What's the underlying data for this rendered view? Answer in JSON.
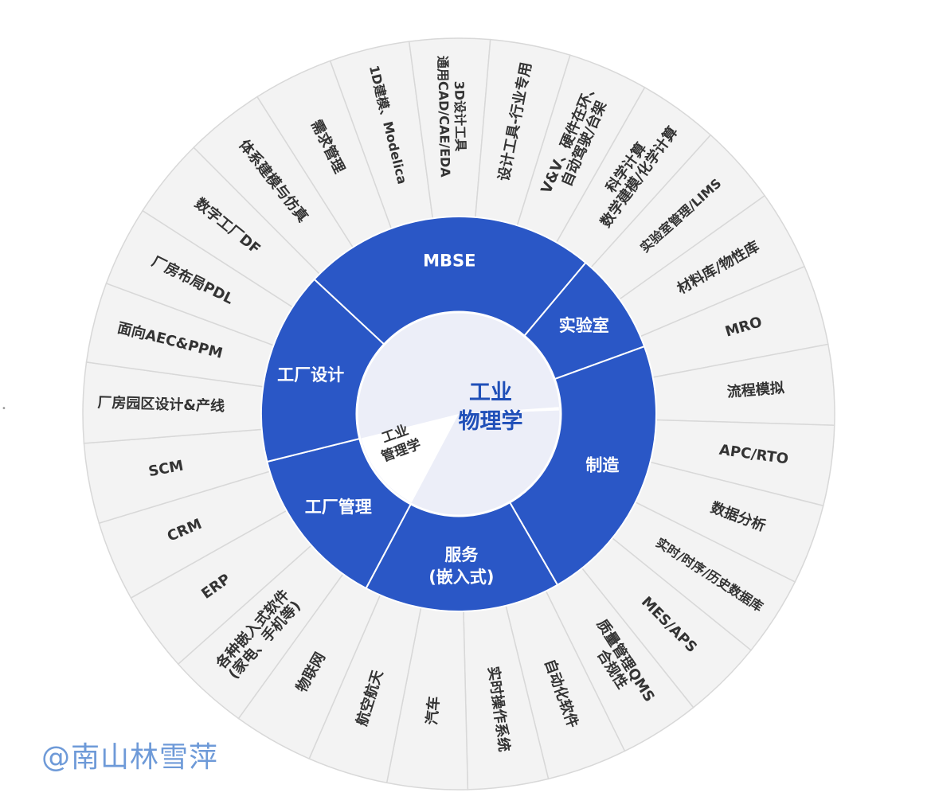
{
  "core": {
    "line1": "工业",
    "line2": "物理学"
  },
  "core_wedge": {
    "line1": "工业",
    "line2": "管理学"
  },
  "colors": {
    "inner_ring": "#2a57c6",
    "core_fill": "#eceef8",
    "outer_fill": "#f3f3f3",
    "outer_stroke": "#d8d8d8",
    "accent_text": "#1f4fb8"
  },
  "inner_segments": [
    {
      "label": "MBSE"
    },
    {
      "label": "实验室"
    },
    {
      "label": "制造"
    },
    {
      "label": "服务\n(嵌入式)"
    },
    {
      "label": "工厂管理"
    },
    {
      "label": "工厂设计"
    }
  ],
  "outer_items": [
    {
      "label": "1D建模、Modelica"
    },
    {
      "label": "3D设计工具\n通用CAD/CAE/EDA"
    },
    {
      "label": "设计工具-行业专用"
    },
    {
      "label": "V&V、硬件在环、\n自动驾驶/台架"
    },
    {
      "label": "科学计算\n数学建模/化学计算"
    },
    {
      "label": "实验室管理/LIMS"
    },
    {
      "label": "材料库/物性库"
    },
    {
      "label": "MRO"
    },
    {
      "label": "流程模拟"
    },
    {
      "label": "APC/RTO"
    },
    {
      "label": "数据分析"
    },
    {
      "label": "实时/时序/历史数据库"
    },
    {
      "label": "MES/APS"
    },
    {
      "label": "质量管理QMS\n合规性"
    },
    {
      "label": "自动化软件"
    },
    {
      "label": "实时操作系统"
    },
    {
      "label": "汽车"
    },
    {
      "label": "航空航天"
    },
    {
      "label": "物联网"
    },
    {
      "label": "各种嵌入式软件\n(家电、手机等)"
    },
    {
      "label": "ERP"
    },
    {
      "label": "CRM"
    },
    {
      "label": "SCM"
    },
    {
      "label": "厂房园区设计&产线"
    },
    {
      "label": "面向AEC&PPM"
    },
    {
      "label": "厂房布局PDL"
    },
    {
      "label": "数字工厂DF"
    },
    {
      "label": "体系建模与仿真"
    },
    {
      "label": "需求管理"
    }
  ],
  "watermark": "@南山林雪萍"
}
